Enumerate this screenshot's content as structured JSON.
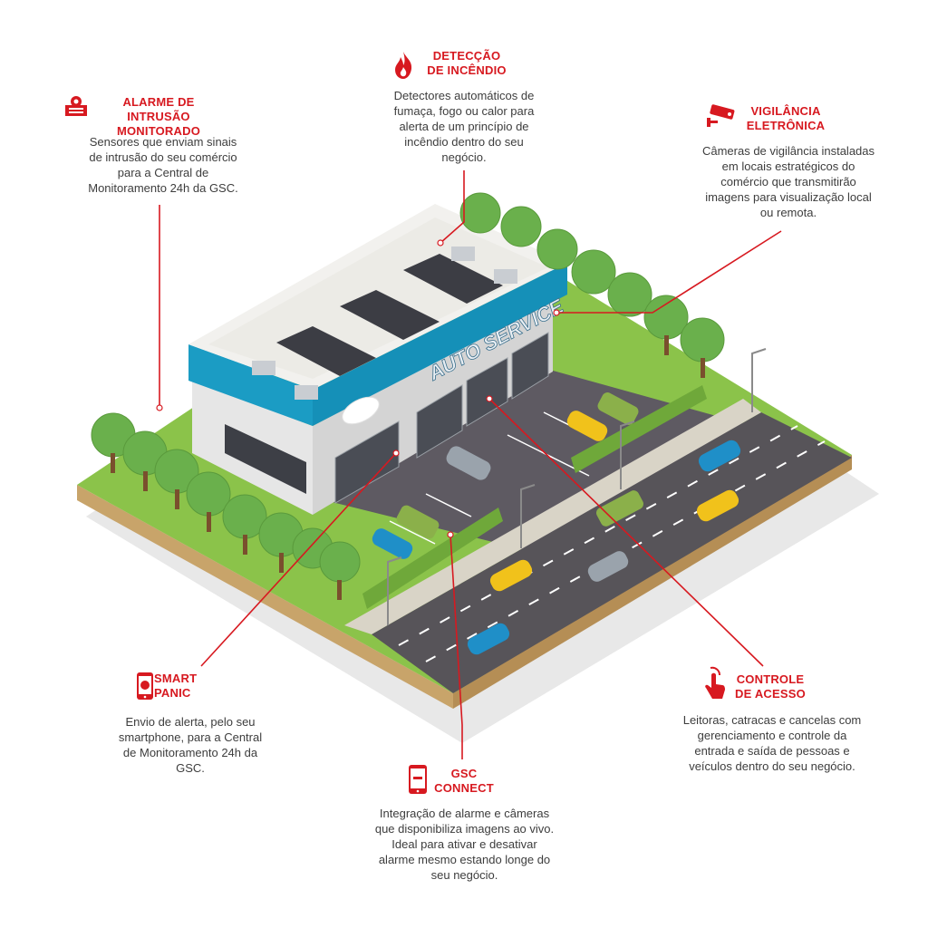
{
  "sign_text": "AUTO SERVICE",
  "colors": {
    "accent": "#d71920",
    "building_trim": "#1b9cc4",
    "grass": "#7cb342",
    "road": "#575459"
  },
  "features": [
    {
      "id": "intrusion",
      "icon": "shield-alarm-icon",
      "title": [
        "ALARME DE INTRUSÃO",
        "MONITORADO"
      ],
      "desc": [
        "Sensores que enviam sinais",
        "de intrusão do seu comércio",
        "para a Central de",
        "Monitoramento 24h da GSC."
      ]
    },
    {
      "id": "fire",
      "icon": "flame-icon",
      "title": [
        "DETECÇÃO",
        "DE INCÊNDIO"
      ],
      "desc": [
        "Detectores automáticos de",
        "fumaça, fogo ou calor para",
        "alerta de um princípio de",
        "incêndio dentro do seu",
        "negócio."
      ]
    },
    {
      "id": "cctv",
      "icon": "security-camera-icon",
      "title": [
        "VIGILÂNCIA",
        "ELETRÔNICA"
      ],
      "desc": [
        "Câmeras de vigilância instaladas",
        "em locais estratégicos do",
        "comércio que transmitirão",
        "imagens para visualização local",
        "ou remota."
      ]
    },
    {
      "id": "panic",
      "icon": "smartphone-panic-icon",
      "title": [
        "SMART",
        "PANIC"
      ],
      "desc": [
        "Envio de alerta, pelo seu",
        "smartphone, para a Central",
        "de Monitoramento 24h da",
        "GSC."
      ]
    },
    {
      "id": "connect",
      "icon": "smartphone-app-icon",
      "title": [
        "GSC",
        "CONNECT"
      ],
      "desc": [
        "Integração de alarme e câmeras",
        "que disponibiliza imagens ao vivo.",
        "Ideal para ativar e desativar",
        "alarme mesmo estando longe do",
        "seu negócio."
      ]
    },
    {
      "id": "access",
      "icon": "touch-hand-icon",
      "title": [
        "CONTROLE",
        "DE ACESSO"
      ],
      "desc": [
        "Leitoras, catracas e cancelas com",
        "gerenciamento e controle da",
        "entrada e saída de pessoas e",
        "veículos dentro do seu negócio."
      ]
    }
  ]
}
